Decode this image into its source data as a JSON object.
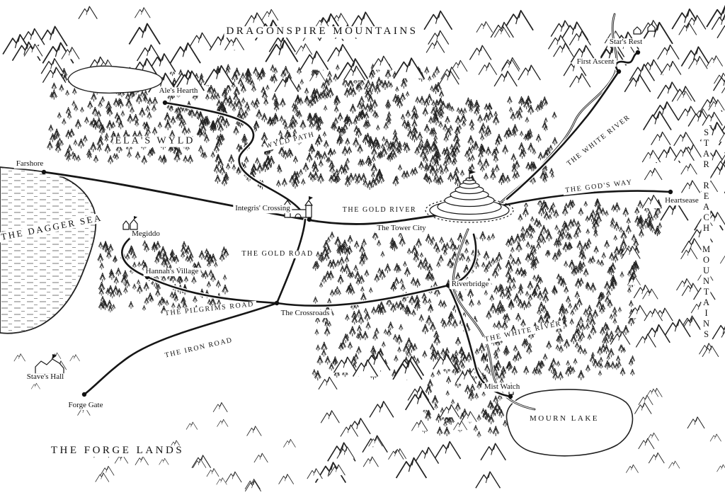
{
  "regions": {
    "dragonspire_mountains": "DRAGONSPIRE MOUNTAINS",
    "star_reach_mountains": "STAR REACH MOUNTAINS",
    "elas_wyld": "ELA'S WYLD",
    "forge_lands": "THE FORGE LANDS"
  },
  "water": {
    "dagger_sea": "THE DAGGER SEA",
    "mourn_lake": "MOURN LAKE"
  },
  "rivers": {
    "white_river_upper": "THE WHITE RIVER",
    "white_river_lower": "THE WHITE RIVER",
    "gold_river": "THE GOLD RIVER"
  },
  "roads": {
    "wyld_path": "WYLD PATH",
    "gods_way": "THE GOD'S WAY",
    "gold_road": "THE GOLD ROAD",
    "pilgrims_road": "THE PILGRIMS ROAD",
    "iron_road": "THE IRON ROAD"
  },
  "settlements": {
    "farshore": "Farshore",
    "ales_hearth": "Ale's Hearth",
    "stars_rest": "Star's Rest",
    "first_ascent": "First Ascent",
    "heartsease": "Heartsease",
    "integris_crossing": "Integris' Crossing",
    "tower_city": "The Tower City",
    "megiddo": "Megiddo",
    "hannahs_village": "Hannah's Village",
    "riverbridge": "Riverbridge",
    "crossroads": "The Crossroads",
    "staves_hall": "Stave's Hall",
    "forge_gate": "Forge Gate",
    "mist_watch": "Mist Watch"
  },
  "colors": {
    "ink": "#1a1a1a",
    "paper": "#ffffff"
  }
}
